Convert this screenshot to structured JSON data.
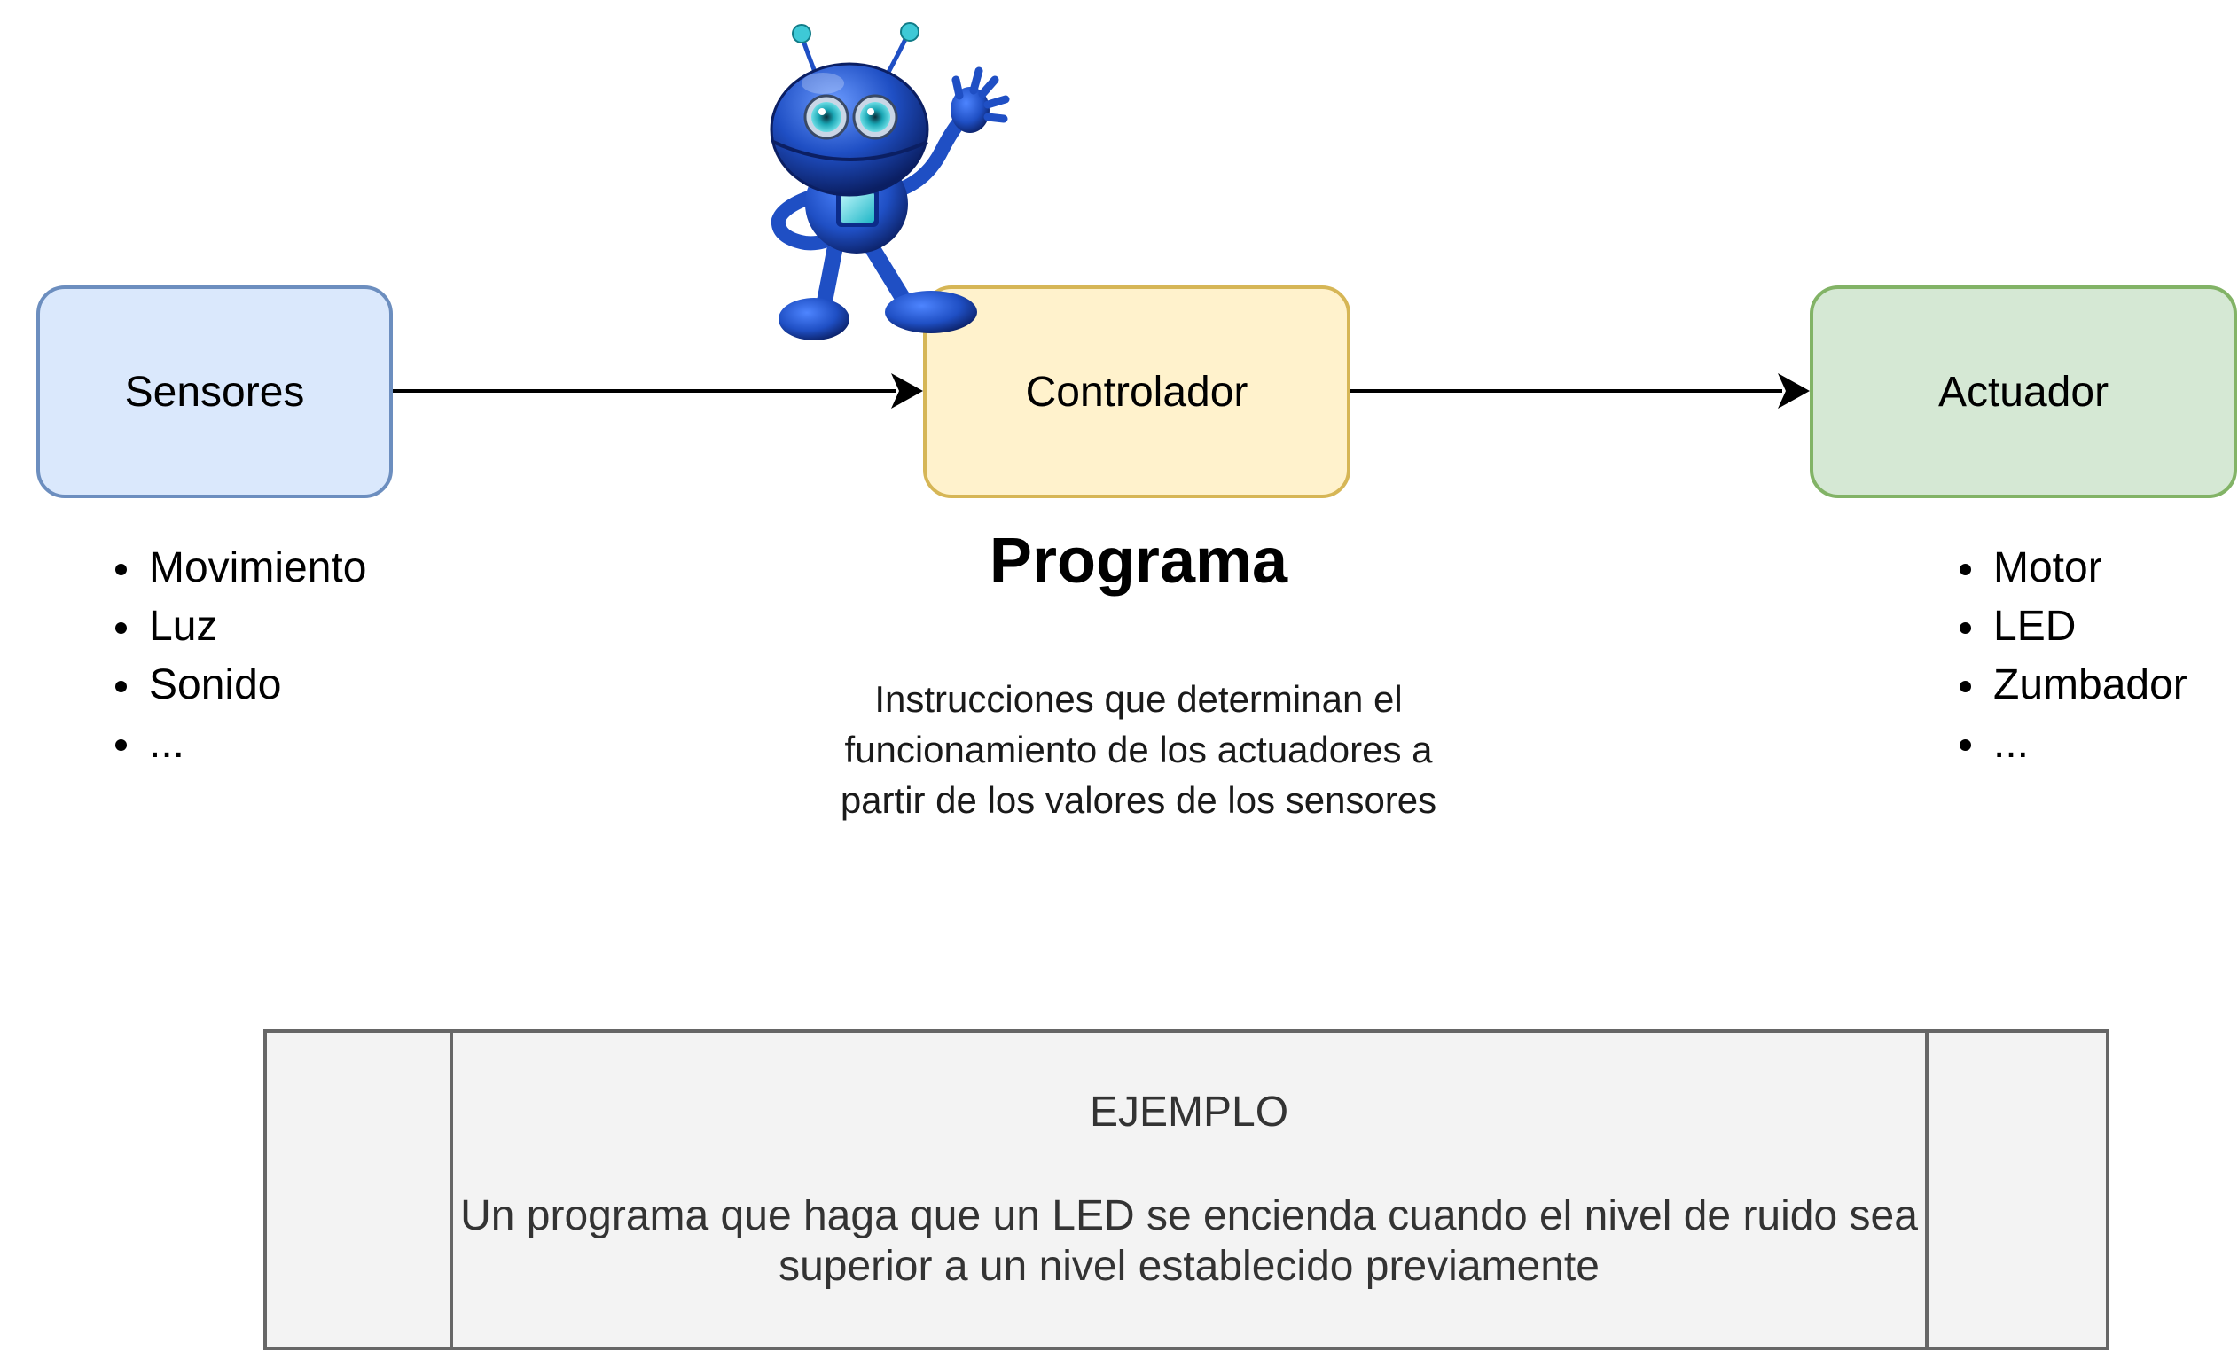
{
  "nodes": {
    "sensores": {
      "label": "Sensores",
      "fill": "#dae8fc",
      "stroke": "#6c8ebf"
    },
    "controlador": {
      "label": "Controlador",
      "fill": "#fff2cc",
      "stroke": "#d6b656"
    },
    "actuador": {
      "label": "Actuador",
      "fill": "#d5e8d4",
      "stroke": "#82b366"
    }
  },
  "sensores_list": [
    "Movimiento",
    "Luz",
    "Sonido",
    "..."
  ],
  "actuador_list": [
    "Motor",
    "LED",
    "Zumbador",
    "..."
  ],
  "programa": {
    "title": "Programa",
    "description": "Instrucciones que determinan el funcionamiento de los actuadores a partir de los valores de los sensores"
  },
  "ejemplo": {
    "label": "EJEMPLO",
    "text": "Un programa que haga que un LED se encienda cuando el nivel de ruido sea superior a un nivel establecido previamente"
  },
  "robot": {
    "icon": "robot-mascot-icon",
    "body_color": "#1f4fc4",
    "accent_color": "#3ec9d6"
  }
}
